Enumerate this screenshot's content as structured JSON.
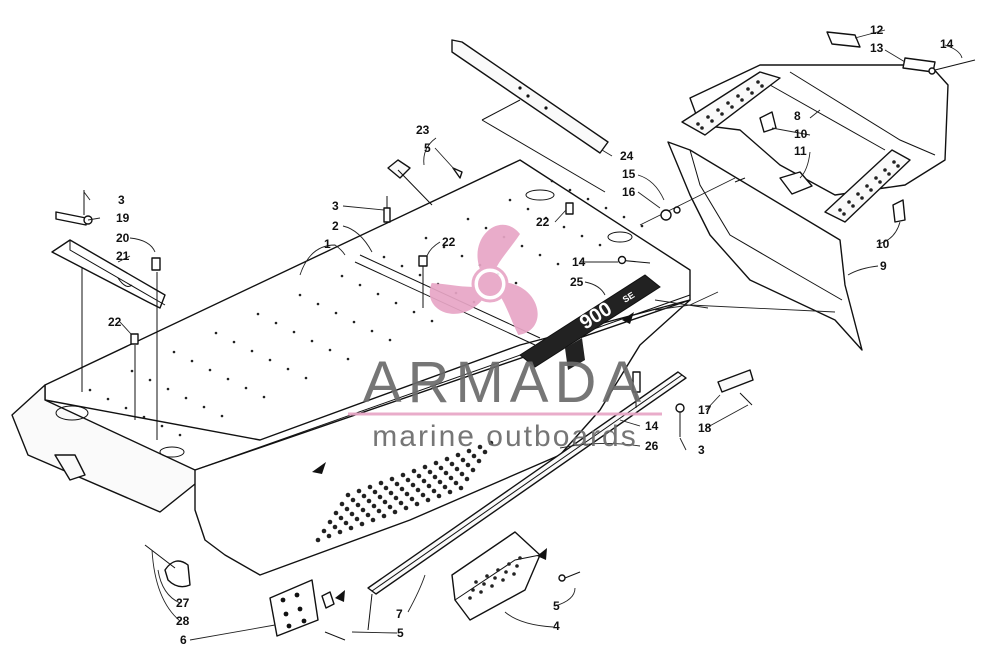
{
  "watermark": {
    "brand": "ARMADA",
    "tagline": "marine outboards",
    "accent_color": "#e8a6c6",
    "text_color": "#6b6b6b",
    "icon": "propeller-icon"
  },
  "decal": {
    "model_text": "900",
    "suffix_text": "SE"
  },
  "callouts": [
    {
      "id": "c1",
      "label": "1"
    },
    {
      "id": "c2",
      "label": "2"
    },
    {
      "id": "c3a",
      "label": "3"
    },
    {
      "id": "c3b",
      "label": "3"
    },
    {
      "id": "c3c",
      "label": "3"
    },
    {
      "id": "c4",
      "label": "4"
    },
    {
      "id": "c5a",
      "label": "5"
    },
    {
      "id": "c5b",
      "label": "5"
    },
    {
      "id": "c5c",
      "label": "5"
    },
    {
      "id": "c6",
      "label": "6"
    },
    {
      "id": "c7",
      "label": "7"
    },
    {
      "id": "c8",
      "label": "8"
    },
    {
      "id": "c9",
      "label": "9"
    },
    {
      "id": "c10a",
      "label": "10"
    },
    {
      "id": "c10b",
      "label": "10"
    },
    {
      "id": "c11",
      "label": "11"
    },
    {
      "id": "c12",
      "label": "12"
    },
    {
      "id": "c13",
      "label": "13"
    },
    {
      "id": "c14a",
      "label": "14"
    },
    {
      "id": "c14b",
      "label": "14"
    },
    {
      "id": "c14c",
      "label": "14"
    },
    {
      "id": "c15",
      "label": "15"
    },
    {
      "id": "c16",
      "label": "16"
    },
    {
      "id": "c17",
      "label": "17"
    },
    {
      "id": "c18",
      "label": "18"
    },
    {
      "id": "c19",
      "label": "19"
    },
    {
      "id": "c20",
      "label": "20"
    },
    {
      "id": "c21",
      "label": "21"
    },
    {
      "id": "c22a",
      "label": "22"
    },
    {
      "id": "c22b",
      "label": "22"
    },
    {
      "id": "c22c",
      "label": "22"
    },
    {
      "id": "c23",
      "label": "23"
    },
    {
      "id": "c24",
      "label": "24"
    },
    {
      "id": "c25",
      "label": "25"
    },
    {
      "id": "c26",
      "label": "26"
    },
    {
      "id": "c27",
      "label": "27"
    },
    {
      "id": "c28",
      "label": "28"
    }
  ]
}
